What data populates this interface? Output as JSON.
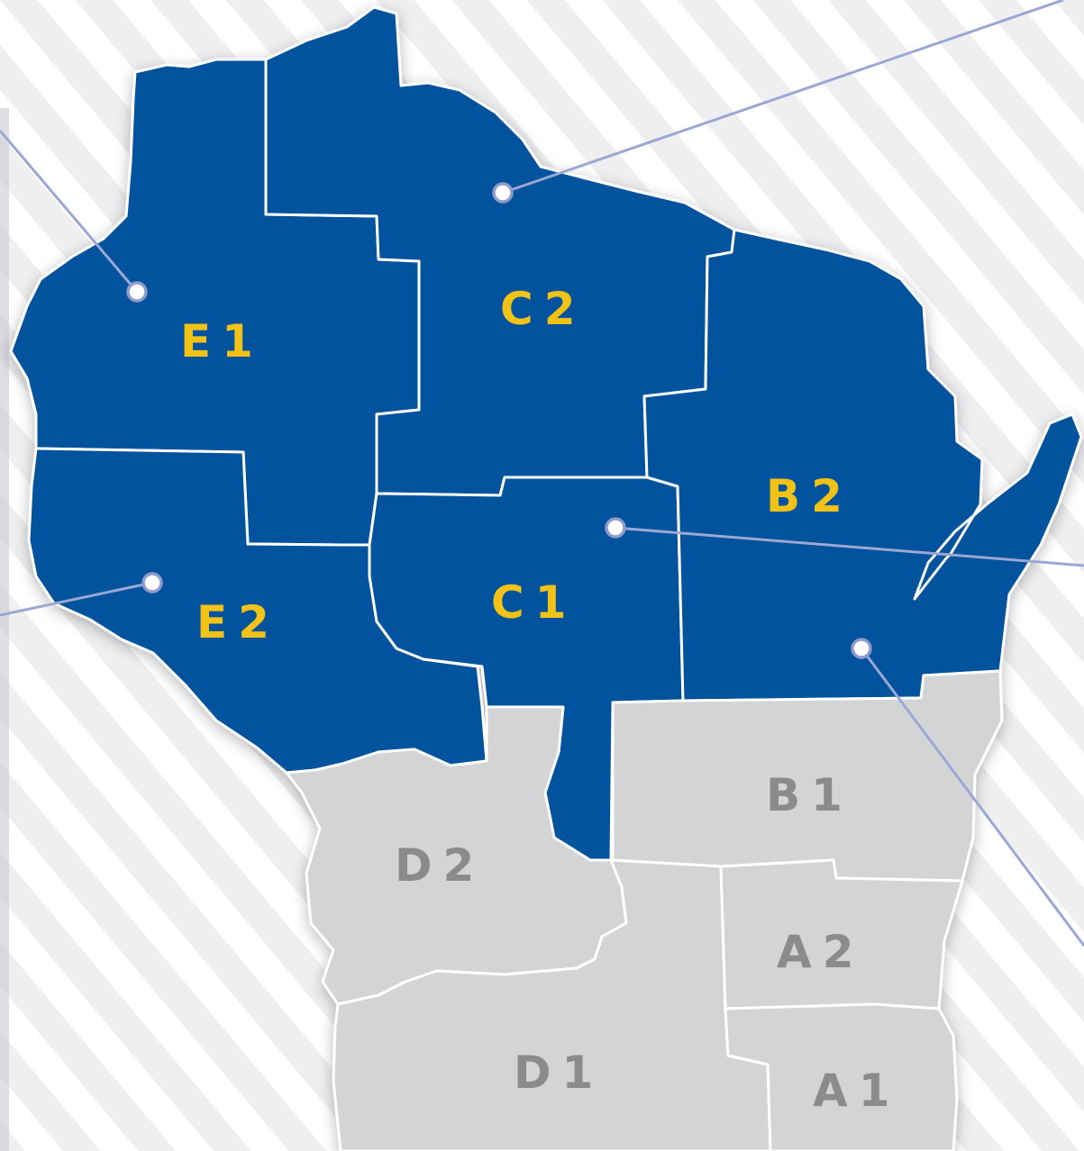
{
  "colors": {
    "active_region": "#04529c",
    "inactive_region": "#d3d4d6",
    "active_label": "#f2c216",
    "inactive_label": "#8a8b8d",
    "border": "#ffffff",
    "leader_line": "#9ca7d4",
    "background_stripe": "#efeff1"
  },
  "regions": [
    {
      "id": "E1",
      "label": "E1",
      "active": true
    },
    {
      "id": "E2",
      "label": "E2",
      "active": true
    },
    {
      "id": "C2",
      "label": "C2",
      "active": true
    },
    {
      "id": "C1",
      "label": "C1",
      "active": true
    },
    {
      "id": "B2",
      "label": "B2",
      "active": true
    },
    {
      "id": "B1",
      "label": "B1",
      "active": false
    },
    {
      "id": "D2",
      "label": "D2",
      "active": false
    },
    {
      "id": "D1",
      "label": "D1",
      "active": false
    },
    {
      "id": "A2",
      "label": "A2",
      "active": false
    },
    {
      "id": "A1",
      "label": "A1",
      "active": false
    }
  ],
  "markers": [
    {
      "region": "E1"
    },
    {
      "region": "C2"
    },
    {
      "region": "E2"
    },
    {
      "region": "C1"
    },
    {
      "region": "B2"
    }
  ]
}
